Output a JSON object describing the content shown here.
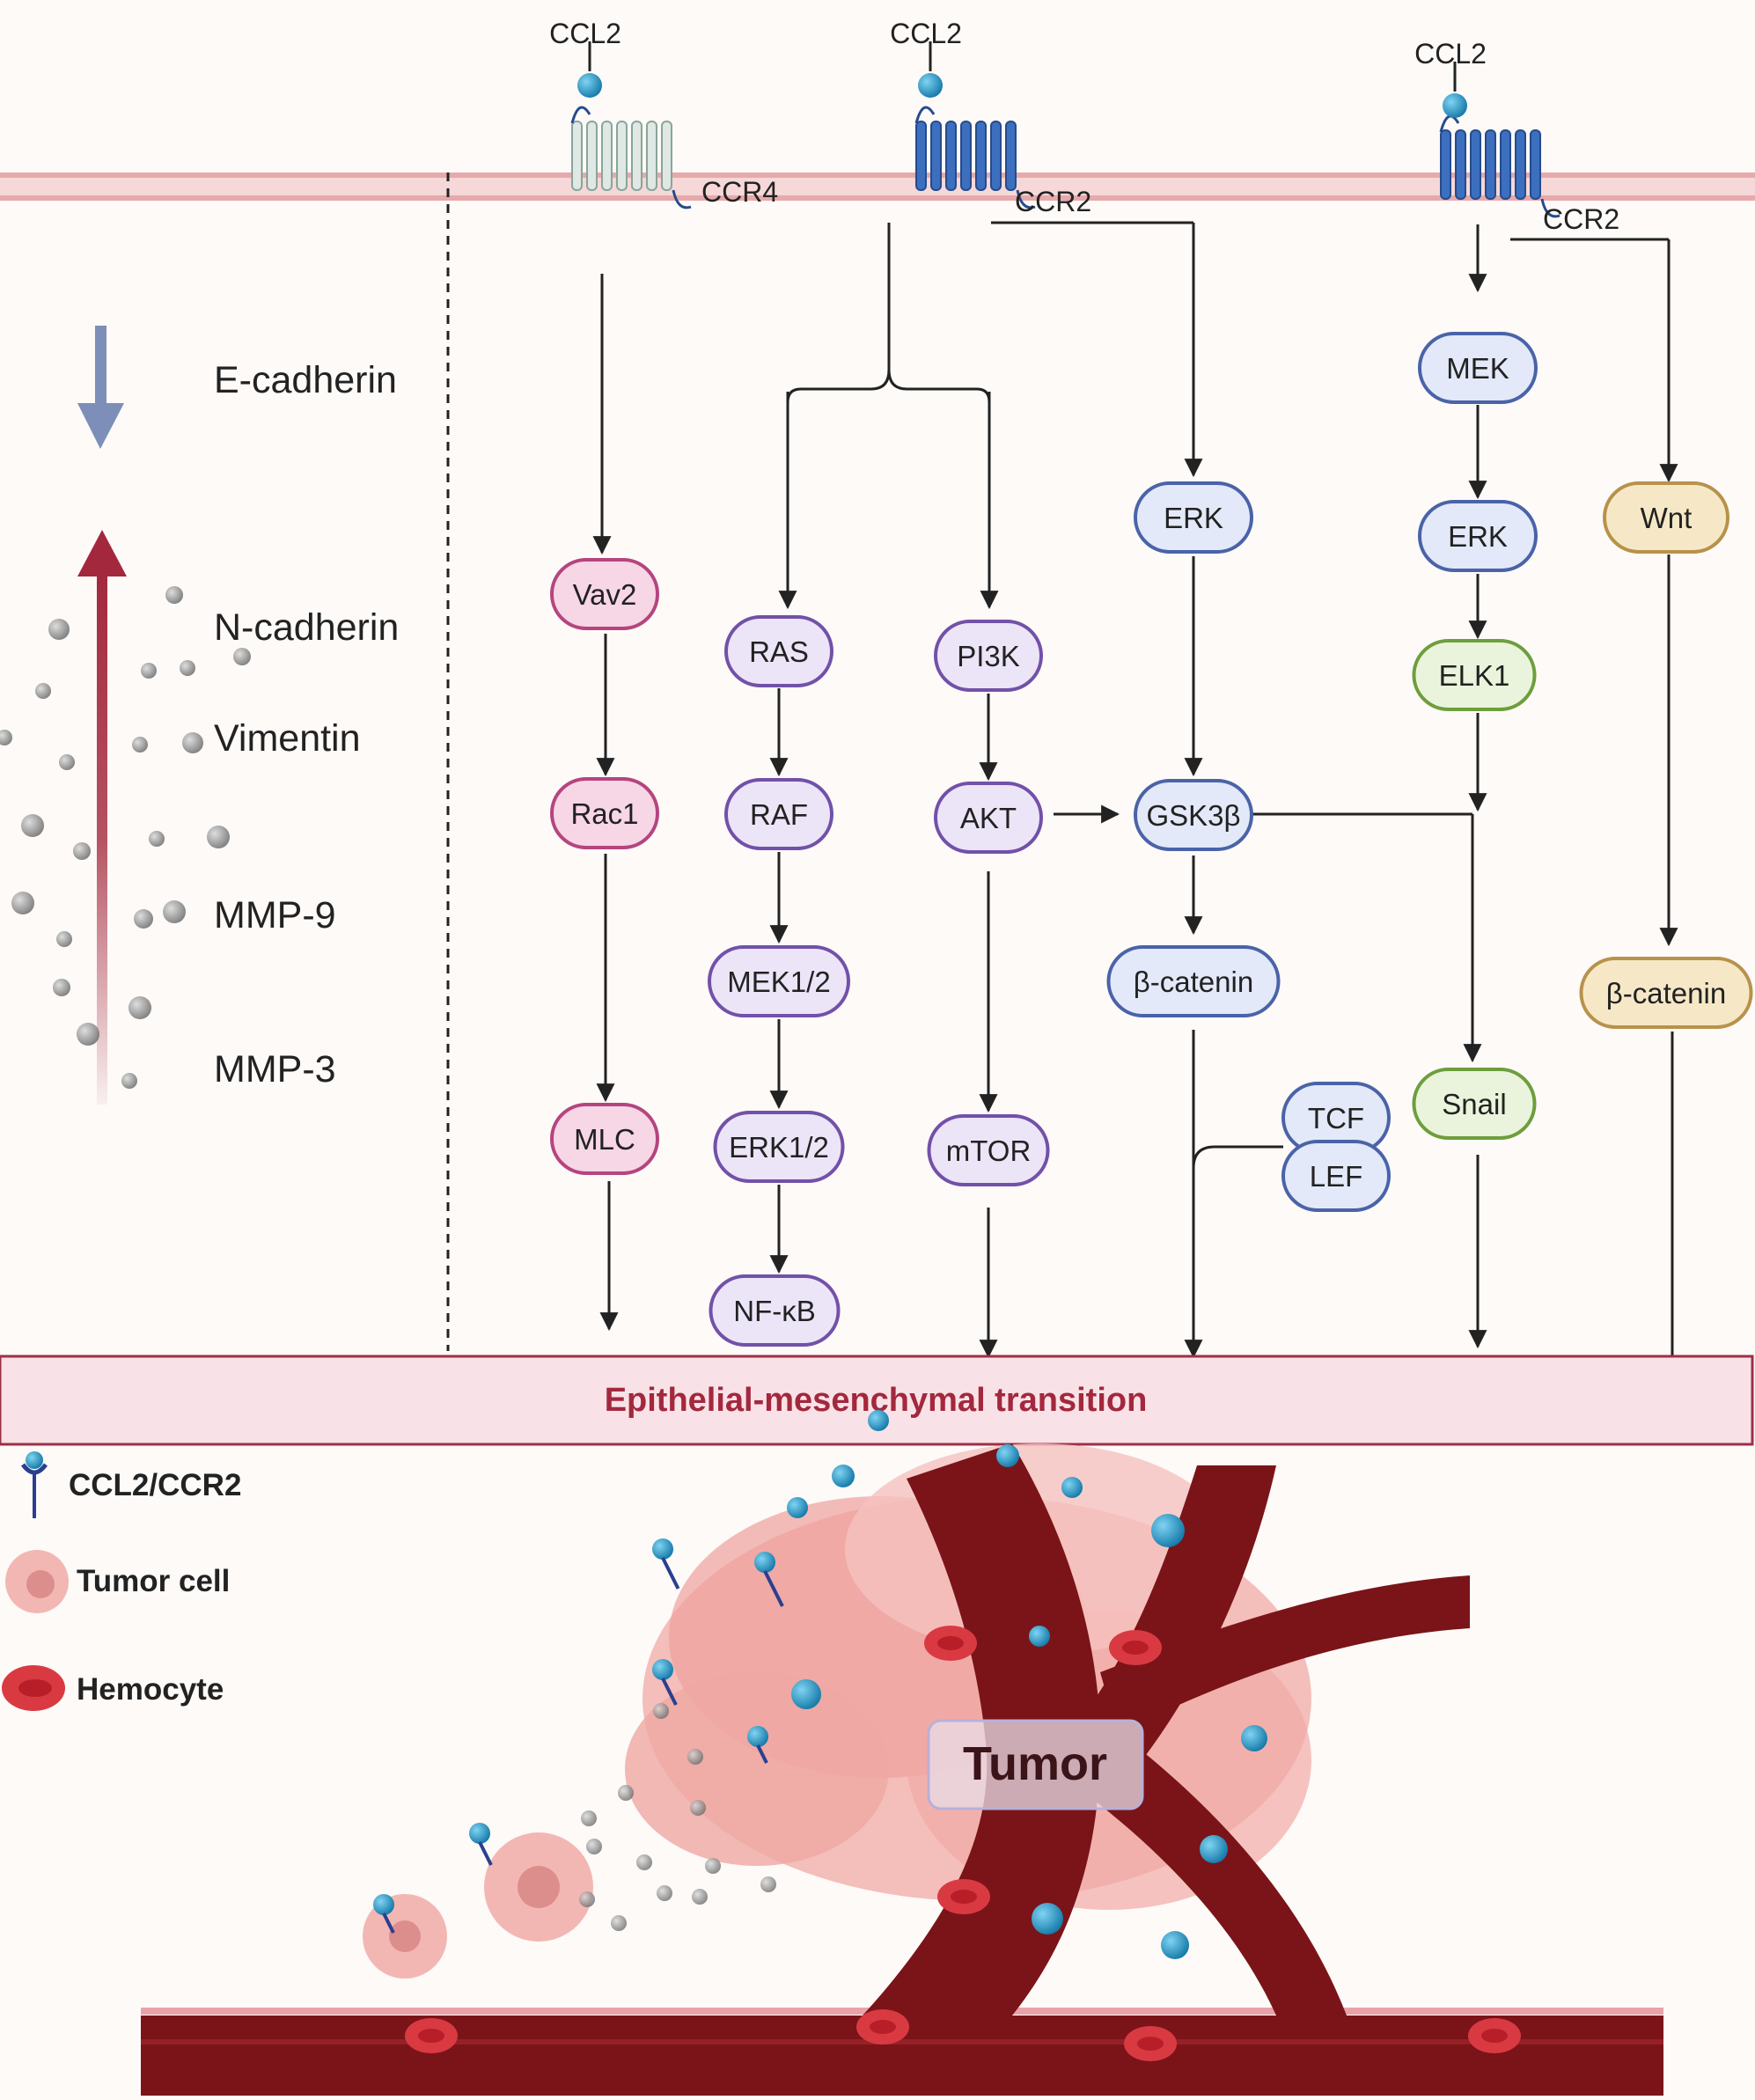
{
  "colors": {
    "pink_fill": "#f7d6e6",
    "pink_stroke": "#b5457e",
    "purple_fill": "#ece5f8",
    "purple_stroke": "#7251a8",
    "blue_fill": "#e3e9f8",
    "blue_stroke": "#4a63a8",
    "green_fill": "#eaf4dc",
    "green_stroke": "#6e9e3c",
    "tan_fill": "#f6e8c7",
    "tan_stroke": "#b8924a",
    "emt_fill": "#f9e2e7",
    "emt_stroke": "#9e2f45",
    "emt_text": "#a3283d",
    "down_arrow": "#7d8fb8",
    "up_arrow": "#a3283d"
  },
  "receptors": [
    {
      "ligand": "CCL2",
      "name": "CCR4"
    },
    {
      "ligand": "CCL2",
      "name": "CCR2"
    },
    {
      "ligand": "CCL2",
      "name": "CCR2"
    }
  ],
  "markers": {
    "down": [
      "E-cadherin"
    ],
    "up": [
      "N-cadherin",
      "Vimentin",
      "MMP-9",
      "MMP-3"
    ]
  },
  "nodes": {
    "vav2": "Vav2",
    "rac1": "Rac1",
    "mlc": "MLC",
    "ras": "RAS",
    "raf": "RAF",
    "mek12": "MEK1/2",
    "erk12": "ERK1/2",
    "nfkb": "NF-κB",
    "pi3k": "PI3K",
    "akt": "AKT",
    "mtor": "mTOR",
    "erk_a": "ERK",
    "gsk3b": "GSK3β",
    "bcat_a": "β-catenin",
    "tcf": "TCF",
    "lef": "LEF",
    "mek": "MEK",
    "erk_b": "ERK",
    "elk1": "ELK1",
    "snail": "Snail",
    "wnt": "Wnt",
    "bcat_b": "β-catenin"
  },
  "emt_label": "Epithelial-mesenchymal transition",
  "legend": [
    {
      "icon": "receptor-icon",
      "label": "CCL2/CCR2"
    },
    {
      "icon": "tumor-cell-icon",
      "label": "Tumor cell"
    },
    {
      "icon": "hemocyte-icon",
      "label": "Hemocyte"
    }
  ],
  "tumor_label": "Tumor"
}
